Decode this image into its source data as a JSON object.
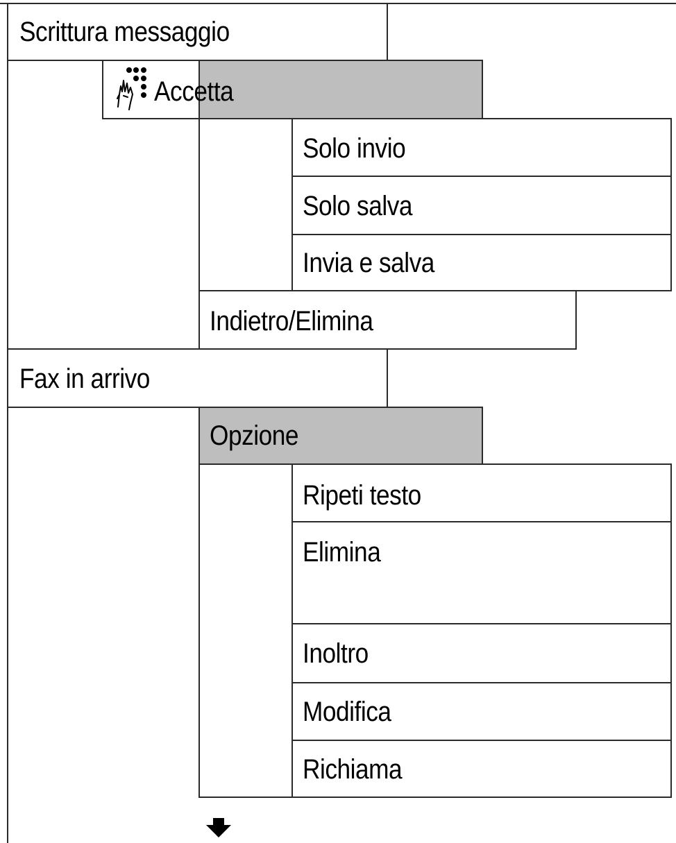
{
  "menu": {
    "sections": [
      {
        "label": "Scrittura messaggio",
        "action": {
          "label": "Accetta",
          "icon": "hand-keypad-icon",
          "submenu": [
            "Solo invio",
            "Solo salva",
            "Invia e salva"
          ],
          "back": "Indietro/Elimina"
        }
      },
      {
        "label": "Fax in arrivo",
        "action": {
          "label": "Opzione",
          "submenu": [
            "Ripeti testo",
            "Elimina",
            "Inoltro",
            "Modifica",
            "Richiama"
          ]
        }
      }
    ],
    "continue_icon": "arrow-down-icon"
  },
  "colors": {
    "highlight": "#bebebe",
    "border": "#2a2a2a"
  }
}
